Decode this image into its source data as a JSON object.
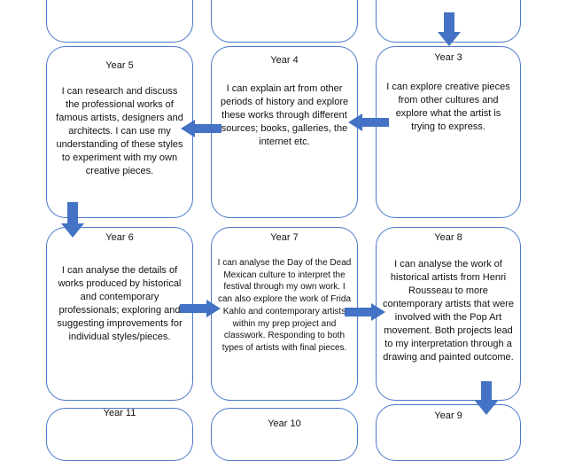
{
  "boxes": [
    {
      "year": "Year 5",
      "text": "I can research and discuss the professional works of famous artists, designers and architects. I can use my understanding of these styles to experiment with my own creative pieces."
    },
    {
      "year": "Year 4",
      "text": "I can explain art from other periods of history and explore these works through different sources; books, galleries, the internet etc."
    },
    {
      "year": "Year 3",
      "text": "I can explore creative pieces from other cultures and explore what the artist is trying to express."
    },
    {
      "year": "Year 6",
      "text": "I can analyse the details of works produced by historical and contemporary professionals; exploring and suggesting improvements for individual styles/pieces."
    },
    {
      "year": "Year 7",
      "text": "I can analyse the Day of the Dead Mexican culture to interpret the festival through my own work. I can also explore the work of Frida Kahlo and contemporary artists within my prep project and classwork. Responding to both types of artists with final pieces."
    },
    {
      "year": "Year 8",
      "text": "I can analyse the work of historical artists from Henri Rousseau to more contemporary artists that were involved with the Pop Art movement. Both projects lead to my interpretation through a drawing and painted outcome."
    },
    {
      "year": "Year 11",
      "text": ""
    },
    {
      "year": "Year 10",
      "text": ""
    },
    {
      "year": "Year 9",
      "text": ""
    }
  ],
  "arrow_color": "#4472c4"
}
